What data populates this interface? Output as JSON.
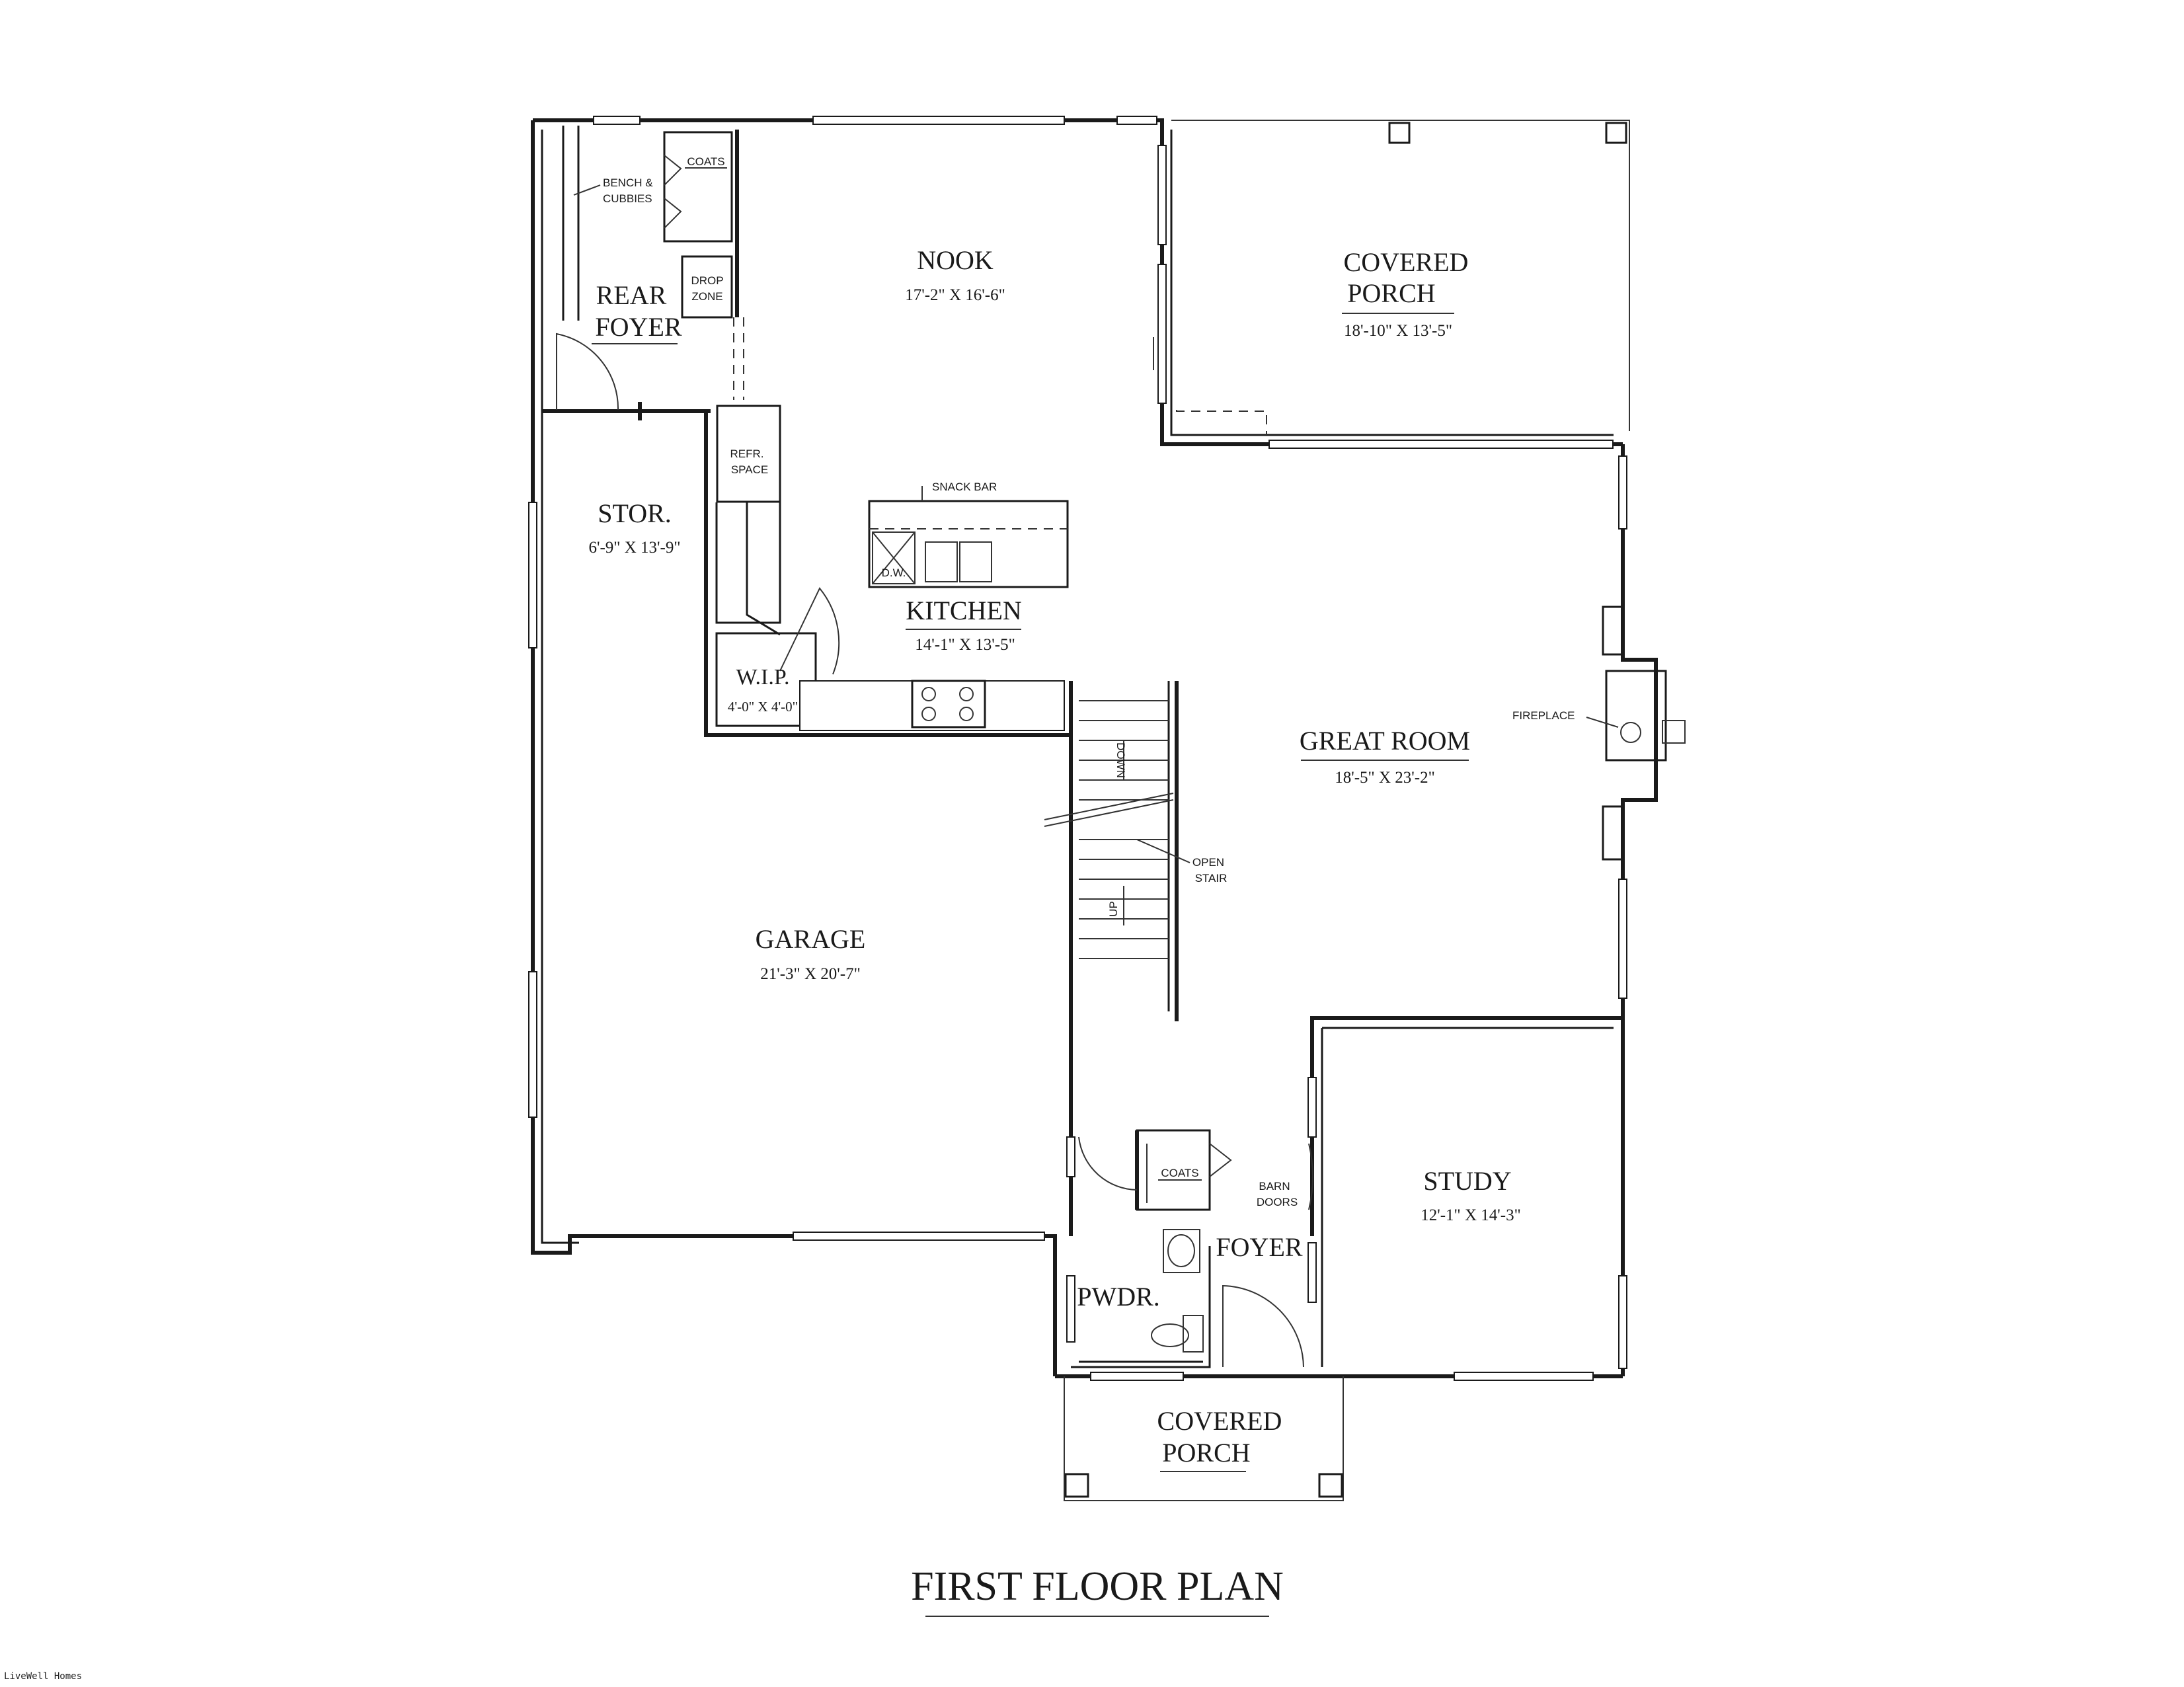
{
  "plan_title": "FIRST FLOOR PLAN",
  "footer": "LiveWell Homes",
  "rooms": {
    "nook": {
      "name": "NOOK",
      "dim": "17'-2\" X 16'-6\""
    },
    "covered_porch_rear": {
      "name1": "COVERED",
      "name2": "PORCH",
      "dim": "18'-10\" X 13'-5\""
    },
    "rear_foyer": {
      "name1": "REAR",
      "name2": "FOYER"
    },
    "storage": {
      "name": "STOR.",
      "dim": "6'-9\" X 13'-9\""
    },
    "kitchen": {
      "name": "KITCHEN",
      "dim": "14'-1\" X 13'-5\""
    },
    "wip": {
      "name": "W.I.P.",
      "dim": "4'-0\" X 4'-0\""
    },
    "great_room": {
      "name": "GREAT ROOM",
      "dim": "18'-5\" X 23'-2\""
    },
    "garage": {
      "name": "GARAGE",
      "dim": "21'-3\" X 20'-7\""
    },
    "study": {
      "name": "STUDY",
      "dim": "12'-1\" X 14'-3\""
    },
    "foyer": {
      "name": "FOYER"
    },
    "powder": {
      "name": "PWDR."
    },
    "covered_porch_front": {
      "name1": "COVERED",
      "name2": "PORCH"
    }
  },
  "notes": {
    "bench1": "BENCH &",
    "bench2": "CUBBIES",
    "coats_rear": "COATS",
    "drop1": "DROP",
    "drop2": "ZONE",
    "refr1": "REFR.",
    "refr2": "SPACE",
    "snack_bar": "SNACK BAR",
    "dw": "D.W.",
    "fireplace": "FIREPLACE",
    "down": "DOWN",
    "up": "UP",
    "open1": "OPEN",
    "open2": "STAIR",
    "coats_front": "COATS",
    "barn1": "BARN",
    "barn2": "DOORS"
  }
}
